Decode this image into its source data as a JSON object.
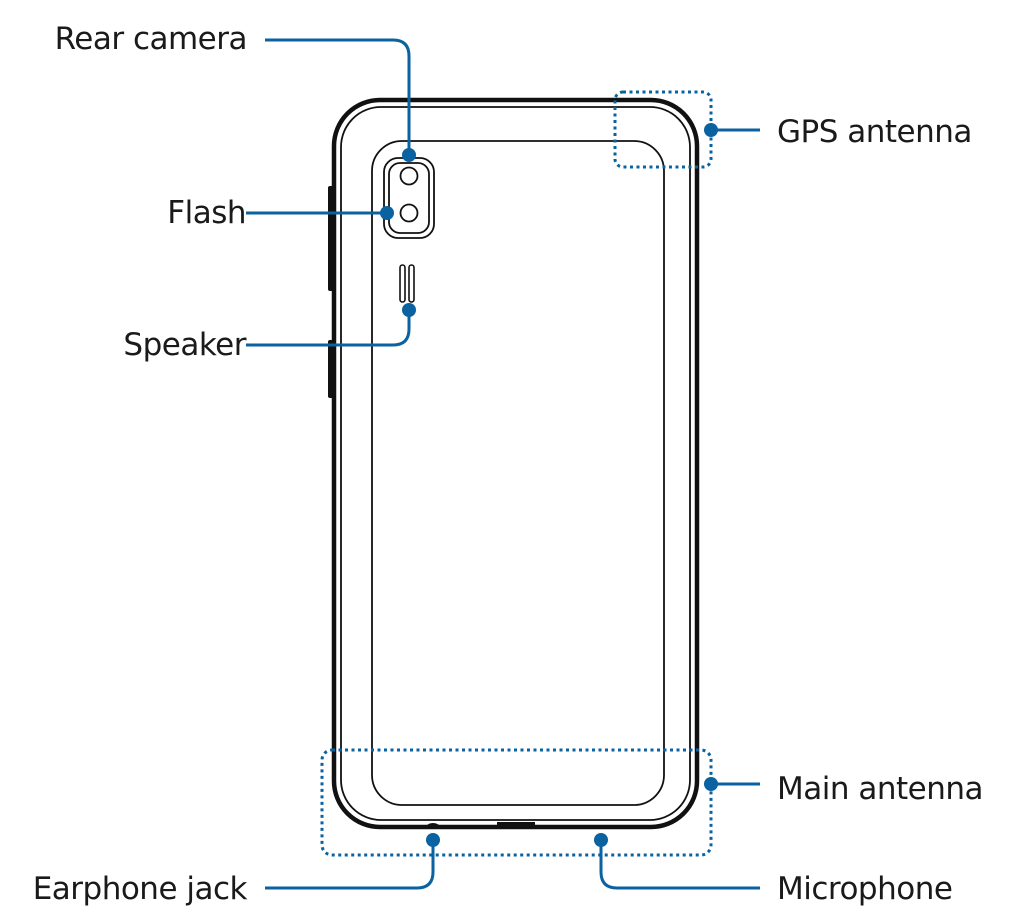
{
  "colors": {
    "callout": "#0b62a0",
    "outline": "#111111"
  },
  "labels": {
    "rear_camera": "Rear camera",
    "flash": "Flash",
    "speaker": "Speaker",
    "gps_antenna": "GPS antenna",
    "main_antenna": "Main antenna",
    "earphone_jack": "Earphone jack",
    "microphone": "Microphone"
  }
}
